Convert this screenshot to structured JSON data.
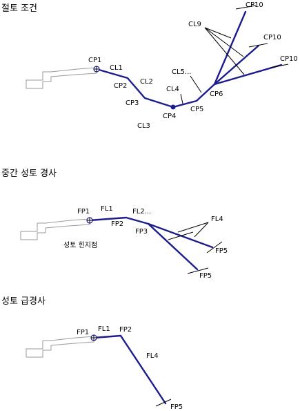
{
  "sections": [
    {
      "title": "절토 조건",
      "labels": {
        "cp1": "CP1",
        "cl1": "CL1",
        "cp2": "CP2",
        "cl2": "CL2",
        "cp3": "CP3",
        "cl3": "CL3",
        "cp4": "CP4",
        "cl4": "CL4",
        "cp5": "CP5",
        "cl5": "CL5...",
        "cp6": "CP6",
        "cl9": "CL9",
        "cp10_top": "CP10",
        "cp10_mid": "CP10",
        "cp10_right": "CP10"
      }
    },
    {
      "title": "중간 성토 경사",
      "labels": {
        "fp1": "FP1",
        "fl1": "FL1",
        "fp2": "FP2",
        "fl2": "FL2...",
        "fp3": "FP3",
        "fl4": "FL4",
        "fp5_upper": "FP5",
        "fp5_lower": "FP5",
        "note": "성토 힌지점"
      }
    },
    {
      "title": "성토 급경사",
      "labels": {
        "fp1": "FP1",
        "fl1": "FL1",
        "fp2": "FP2",
        "fl4": "FL4",
        "fp5": "FP5"
      }
    }
  ]
}
